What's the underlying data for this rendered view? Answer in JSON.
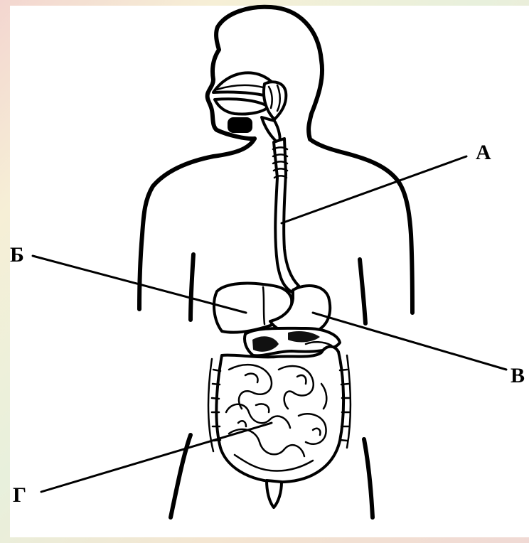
{
  "labels": {
    "a": "А",
    "b": "Б",
    "v": "В",
    "g": "Г"
  }
}
